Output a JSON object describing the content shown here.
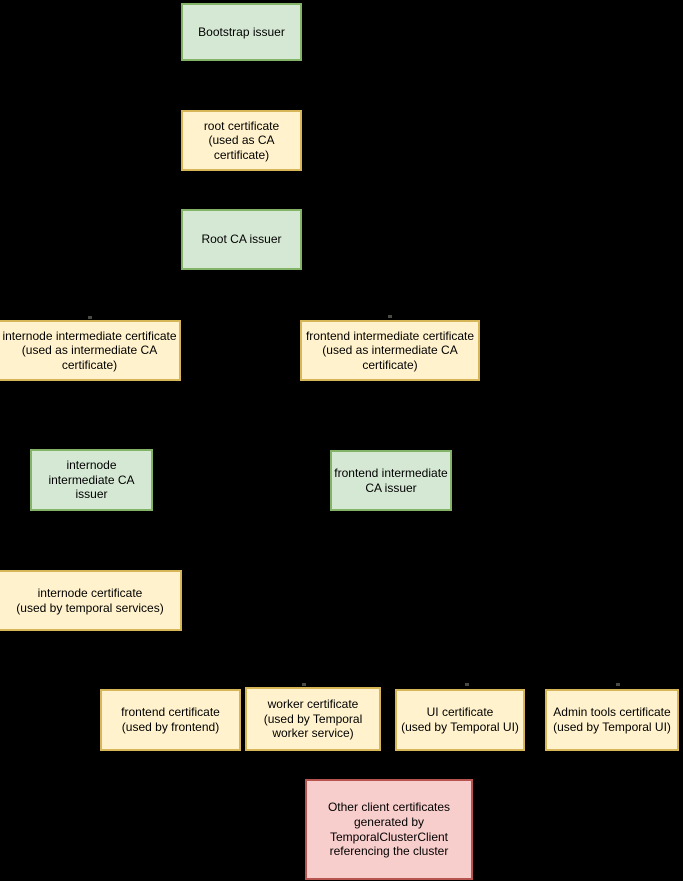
{
  "diagram": {
    "background_color": "#000000",
    "text_color": "#000000",
    "palette": {
      "issuer_fill": "#d5e8d4",
      "issuer_border": "#82b366",
      "certificate_fill": "#fff2cc",
      "certificate_border": "#d6b656",
      "client_fill": "#f8cecc",
      "client_border": "#b85450",
      "connector_stub": "#4a4a42"
    },
    "nodes": [
      {
        "id": "bootstrap-issuer",
        "kind": "issuer",
        "label": "Bootstrap issuer"
      },
      {
        "id": "root-certificate",
        "kind": "certificate",
        "label": "root certificate\n(used as CA\ncertificate)"
      },
      {
        "id": "root-ca-issuer",
        "kind": "issuer",
        "label": "Root CA issuer"
      },
      {
        "id": "internode-intermediate-certificate",
        "kind": "certificate",
        "label": "internode intermediate certificate\n(used as intermediate CA\ncertificate)"
      },
      {
        "id": "frontend-intermediate-certificate",
        "kind": "certificate",
        "label": "frontend intermediate certificate\n(used as intermediate CA\ncertificate)"
      },
      {
        "id": "internode-intermediate-ca-issuer",
        "kind": "issuer",
        "label": "internode\nintermediate CA\nissuer"
      },
      {
        "id": "frontend-intermediate-ca-issuer",
        "kind": "issuer",
        "label": "frontend intermediate\nCA issuer"
      },
      {
        "id": "internode-certificate",
        "kind": "certificate",
        "label": "internode certificate\n(used by temporal services)"
      },
      {
        "id": "frontend-certificate",
        "kind": "certificate",
        "label": "frontend certificate\n(used by frontend)"
      },
      {
        "id": "worker-certificate",
        "kind": "certificate",
        "label": "worker certificate\n(used by Temporal\nworker service)"
      },
      {
        "id": "ui-certificate",
        "kind": "certificate",
        "label": "UI certificate\n(used by Temporal UI)"
      },
      {
        "id": "admin-tools-certificate",
        "kind": "certificate",
        "label": "Admin tools certificate\n(used by Temporal UI)"
      },
      {
        "id": "other-client-certificates",
        "kind": "client",
        "label": "Other client certificates\ngenerated by\nTemporalClusterClient\nreferencing the cluster"
      }
    ]
  }
}
